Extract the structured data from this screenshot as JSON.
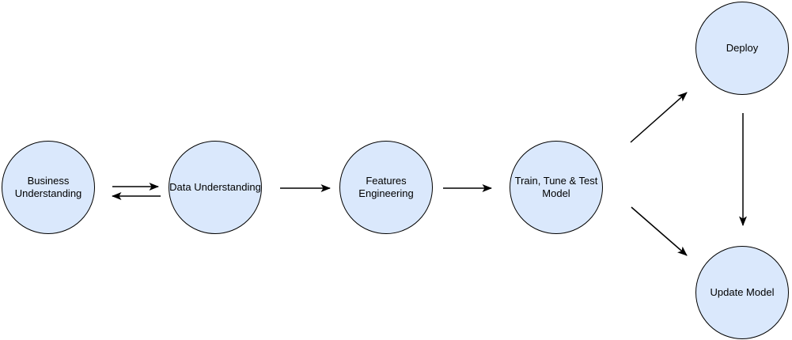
{
  "diagram": {
    "type": "flowchart",
    "background_color": "#ffffff",
    "node_fill_color": "#dae8fc",
    "node_stroke_color": "#000000",
    "text_color": "#000000",
    "nodes": [
      {
        "id": "business-understanding",
        "label": "Business Understanding",
        "shape": "circle"
      },
      {
        "id": "data-understanding",
        "label": "Data Understanding",
        "shape": "circle"
      },
      {
        "id": "features-engineering",
        "label": "Features Engineering",
        "shape": "circle"
      },
      {
        "id": "train-tune-test-model",
        "label": "Train, Tune & Test Model",
        "shape": "circle"
      },
      {
        "id": "deploy",
        "label": "Deploy",
        "shape": "circle"
      },
      {
        "id": "update-model",
        "label": "Update Model",
        "shape": "circle"
      }
    ],
    "edges": [
      {
        "from": "business-understanding",
        "to": "data-understanding",
        "style": "arrow"
      },
      {
        "from": "data-understanding",
        "to": "business-understanding",
        "style": "arrow"
      },
      {
        "from": "data-understanding",
        "to": "features-engineering",
        "style": "arrow"
      },
      {
        "from": "features-engineering",
        "to": "train-tune-test-model",
        "style": "arrow"
      },
      {
        "from": "train-tune-test-model",
        "to": "deploy",
        "style": "arrow"
      },
      {
        "from": "train-tune-test-model",
        "to": "update-model",
        "style": "arrow"
      },
      {
        "from": "deploy",
        "to": "update-model",
        "style": "arrow"
      }
    ]
  }
}
